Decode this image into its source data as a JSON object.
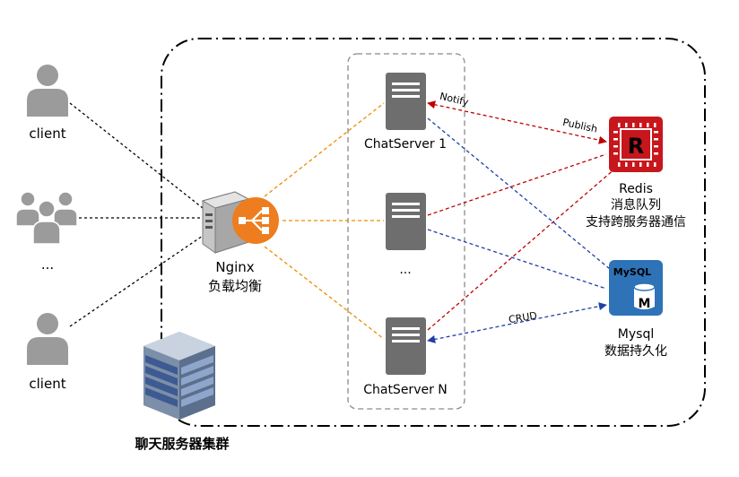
{
  "clients": {
    "top_label": "client",
    "middle_label": "...",
    "bottom_label": "client"
  },
  "nginx": {
    "name": "Nginx",
    "role": "负载均衡"
  },
  "servers": {
    "first_label": "ChatServer 1",
    "middle_label": "...",
    "last_label": "ChatServer N"
  },
  "redis": {
    "name": "Redis",
    "line1": "消息队列",
    "line2": "支持跨服务器通信",
    "icon_letter": "R"
  },
  "mysql": {
    "name": "Mysql",
    "line1": "数据持久化",
    "icon_text": "MySQL",
    "icon_letter": "M"
  },
  "edges": {
    "notify_label": "Notify",
    "publish_label": "Publish",
    "crud_label": "CRUD"
  },
  "cluster": {
    "label": "聊天服务器集群"
  },
  "colors": {
    "client_edge": "#000000",
    "nginx_edge": "#ED8B00",
    "redis_edge": "#C00000",
    "mysql_edge": "#1F3FA8",
    "server_gray": "#6E6E6E",
    "redis_red": "#C8161D",
    "mysql_blue": "#2E73B8",
    "nginx_orange": "#ED7D1E"
  }
}
